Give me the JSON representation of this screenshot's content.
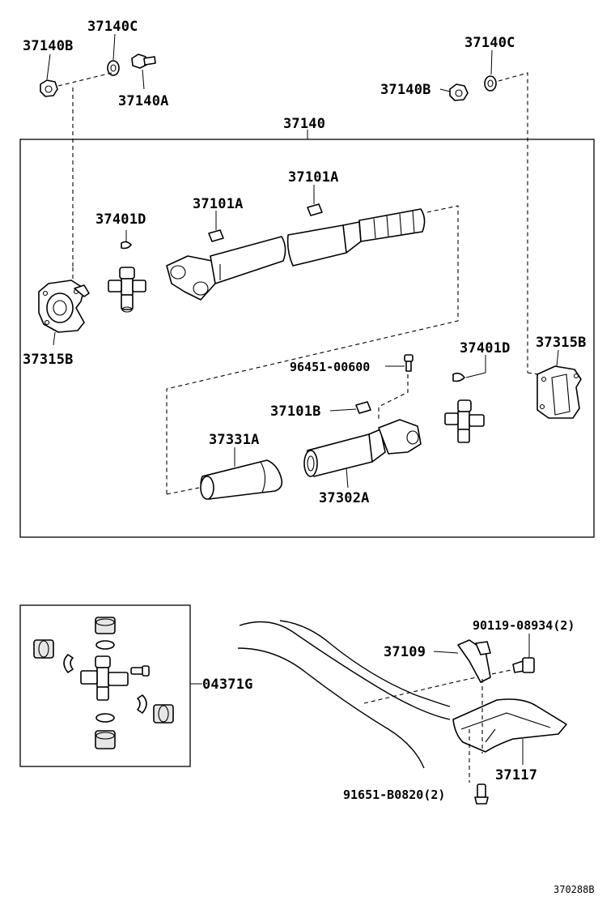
{
  "labels": {
    "l37140c_left": "37140C",
    "l37140b_left": "37140B",
    "l37140a": "37140A",
    "l37140c_right": "37140C",
    "l37140b_right": "37140B",
    "l37140": "37140",
    "l37101a_upper": "37101A",
    "l37101a_lower": "37101A",
    "l37401d_left": "37401D",
    "l37315b_left": "37315B",
    "l96451": "96451-00600",
    "l37401d_right": "37401D",
    "l37315b_right": "37315B",
    "l37101b": "37101B",
    "l37331a": "37331A",
    "l37302a": "37302A",
    "l04371g": "04371G",
    "l37109": "37109",
    "l90119": "90119-08934(2)",
    "l37117": "37117",
    "l91651": "91651-B0820(2)",
    "code": "370288B"
  }
}
